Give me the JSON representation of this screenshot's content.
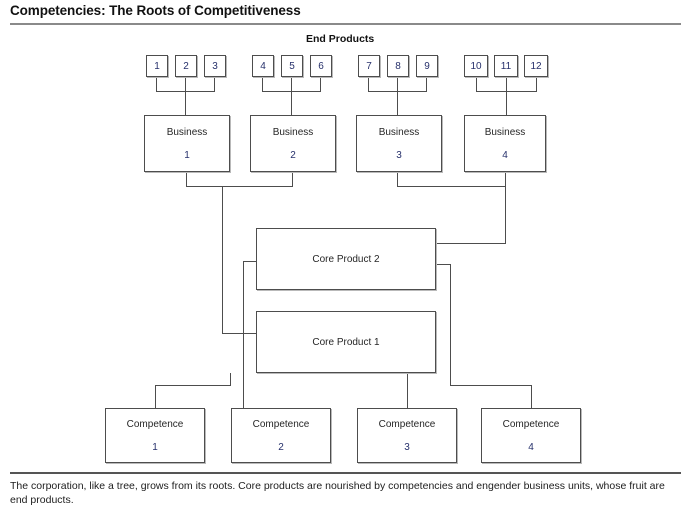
{
  "document": {
    "title": "Competencies: The Roots of Competitiveness",
    "caption": "The corporation, like a tree, grows from its roots. Core products are nourished by competencies and engender business units, whose fruit are end products."
  },
  "diagram": {
    "type": "hierarchy",
    "section_labels": {
      "end_products": "End Products"
    },
    "end_products": [
      {
        "label": "1",
        "group": 1
      },
      {
        "label": "2",
        "group": 1
      },
      {
        "label": "3",
        "group": 1
      },
      {
        "label": "4",
        "group": 2
      },
      {
        "label": "5",
        "group": 2
      },
      {
        "label": "6",
        "group": 2
      },
      {
        "label": "7",
        "group": 3
      },
      {
        "label": "8",
        "group": 3
      },
      {
        "label": "9",
        "group": 3
      },
      {
        "label": "10",
        "group": 4
      },
      {
        "label": "11",
        "group": 4
      },
      {
        "label": "12",
        "group": 4
      }
    ],
    "businesses": [
      {
        "name": "Business",
        "number": "1"
      },
      {
        "name": "Business",
        "number": "2"
      },
      {
        "name": "Business",
        "number": "3"
      },
      {
        "name": "Business",
        "number": "4"
      }
    ],
    "core_products": [
      {
        "label": "Core Product 2"
      },
      {
        "label": "Core Product 1"
      }
    ],
    "competences": [
      {
        "name": "Competence",
        "number": "1"
      },
      {
        "name": "Competence",
        "number": "2"
      },
      {
        "name": "Competence",
        "number": "3"
      },
      {
        "name": "Competence",
        "number": "4"
      }
    ],
    "colors": {
      "line": "#4d4d4d",
      "number": "#26306b",
      "text": "#262626",
      "rule": "#8a8a8a"
    }
  }
}
